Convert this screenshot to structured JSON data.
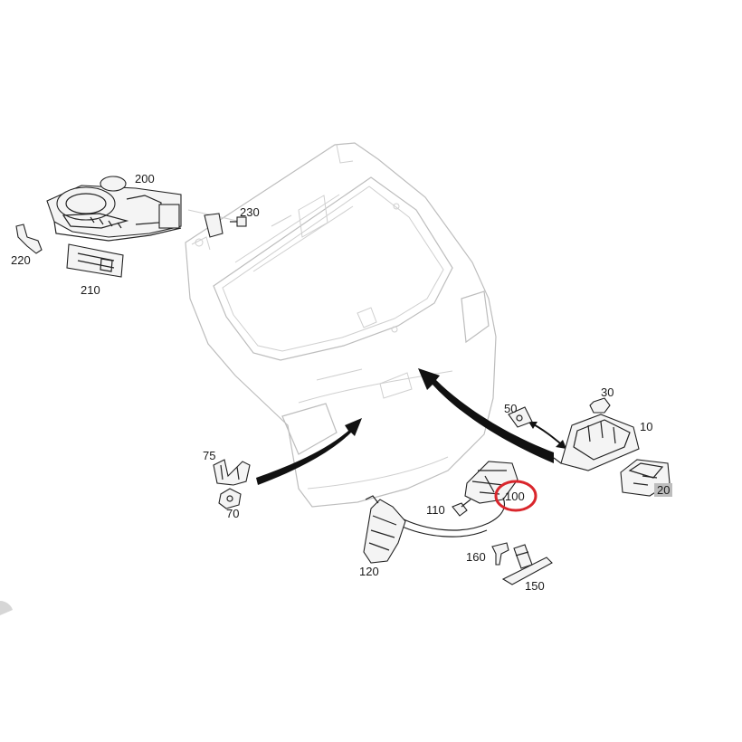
{
  "labels": {
    "p10": "10",
    "p20": "20",
    "p30": "30",
    "p50": "50",
    "p70": "70",
    "p75": "75",
    "p100": "100",
    "p110": "110",
    "p120": "120",
    "p150": "150",
    "p160": "160",
    "p200": "200",
    "p210": "210",
    "p220": "220",
    "p230": "230"
  },
  "colors": {
    "highlight_circle": "#d9262c",
    "label_box_20": "#bdbdbd",
    "outline": "#222222",
    "body_outline": "#c4c4c4"
  }
}
